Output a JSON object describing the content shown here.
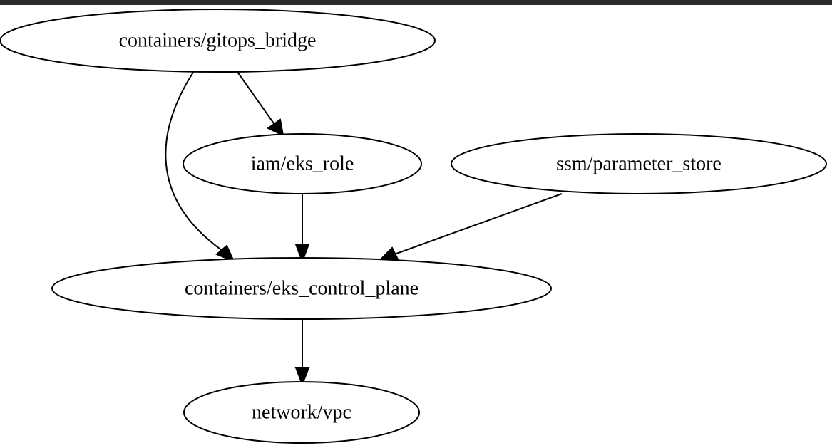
{
  "nodes": {
    "gitops_bridge": "containers/gitops_bridge",
    "eks_role": "iam/eks_role",
    "parameter_store": "ssm/parameter_store",
    "eks_control_plane": "containers/eks_control_plane",
    "vpc": "network/vpc"
  },
  "edges": [
    {
      "from": "containers/gitops_bridge",
      "to": "iam/eks_role"
    },
    {
      "from": "containers/gitops_bridge",
      "to": "containers/eks_control_plane"
    },
    {
      "from": "iam/eks_role",
      "to": "containers/eks_control_plane"
    },
    {
      "from": "ssm/parameter_store",
      "to": "containers/eks_control_plane"
    },
    {
      "from": "containers/eks_control_plane",
      "to": "network/vpc"
    }
  ],
  "colors": {
    "stroke": "#000000",
    "background": "#ffffff",
    "top_bar": "#2b2b2b"
  }
}
